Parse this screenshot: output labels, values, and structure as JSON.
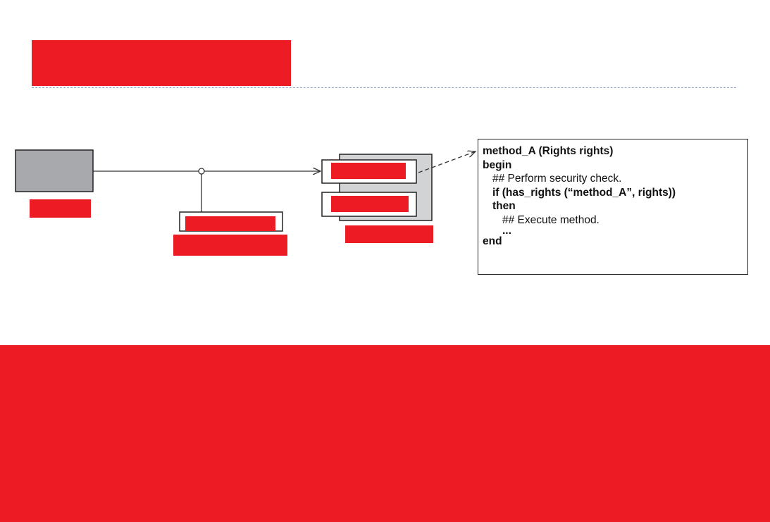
{
  "code": {
    "line1": "method_A (Rights rights)",
    "line2": "begin",
    "line3": "## Perform security check.",
    "line4": "if (has_rights (“method_A”, rights))",
    "line5": "then",
    "line6": "## Execute method.",
    "line7": "...",
    "line8": "end"
  },
  "colors": {
    "redaction": "#ed1c24",
    "client_fill": "#a7a9ac",
    "object_fill": "#d1d3d4",
    "divider": "#8aa3c7"
  }
}
